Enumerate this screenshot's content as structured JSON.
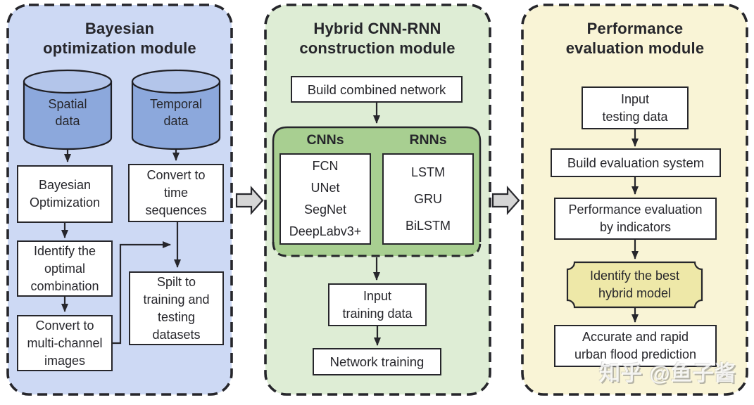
{
  "watermark": "知乎 @鱼子酱",
  "modules": {
    "bayesian": {
      "title": "Bayesian\noptimization module",
      "spatial_cylinder": "Spatial\ndata",
      "temporal_cylinder": "Temporal\ndata",
      "bayesian_optimization": "Bayesian\nOptimization",
      "convert_time_sequences": "Convert to\ntime\nsequences",
      "identify_optimal": "Identify the\noptimal\ncombination",
      "split_datasets": "Spilt to\ntraining and\ntesting\ndatasets",
      "convert_multichannel": "Convert to\nmulti-channel\nimages"
    },
    "hybrid": {
      "title": "Hybrid CNN-RNN\nconstruction module",
      "build_combined_network": "Build combined network",
      "cnns_header": "CNNs",
      "rnns_header": "RNNs",
      "cnn_models": [
        "FCN",
        "UNet",
        "SegNet",
        "DeepLabv3+"
      ],
      "rnn_models": [
        "LSTM",
        "GRU",
        "BiLSTM"
      ],
      "input_training_data": "Input\ntraining data",
      "network_training": "Network training"
    },
    "performance": {
      "title": "Performance\nevaluation module",
      "input_testing_data": "Input\ntesting data",
      "build_evaluation_system": "Build evaluation system",
      "performance_evaluation": "Performance evaluation\nby indicators",
      "identify_best_model": "Identify the best\nhybrid model",
      "accurate_prediction": "Accurate and rapid\nurban flood prediction"
    }
  },
  "colors": {
    "panel_blue": "#cdd9f4",
    "panel_green": "#deedd5",
    "panel_yellow": "#f9f4d6",
    "inner_green": "#a8cf91",
    "cylinder_body": "#8ca8dc",
    "cylinder_top": "#b3c5ea",
    "highlight_plaque": "#eee8a8",
    "box_fill": "#ffffff",
    "outline_dark": "#26262b",
    "block_arrow_gray": "#d6d6d6"
  }
}
